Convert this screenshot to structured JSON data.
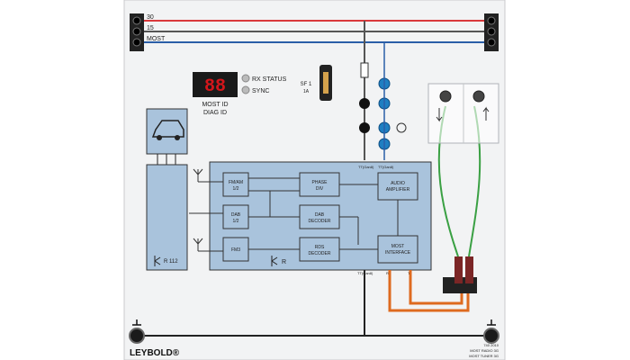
{
  "bus_labels": [
    "30",
    "15",
    "MOST"
  ],
  "display": {
    "digits": "88",
    "most_id": "MOST ID",
    "diag_id": "DIAG ID"
  },
  "status_leds": [
    "RX STATUS",
    "SYNC"
  ],
  "fuse": {
    "label": "SF 1",
    "rating": "1A"
  },
  "blocks": {
    "fmam": [
      "FM/AM",
      "1/2"
    ],
    "dab": [
      "DAB",
      "1/2"
    ],
    "fm3": [
      "FM3"
    ],
    "phase": [
      "PHASE",
      "DIV"
    ],
    "dab_decoder": [
      "DAB",
      "DECODER"
    ],
    "rds_decoder": [
      "RDS",
      "DECODER"
    ],
    "audio": [
      "AUDIO",
      "AMPLIFIER"
    ],
    "most": [
      "MOST",
      "INTERFACE"
    ]
  },
  "small_labels": {
    "r112": "R 112",
    "r": "R",
    "tp_top_left": "TT(Gan8)",
    "tp_top_right": "TT(Gan8)",
    "tp_bottom": "TT(Gan8)",
    "pin_a": "Rx",
    "pin_b": "Tx"
  },
  "brand": "LEYBOLD®",
  "catalog": [
    "740 2010",
    "MOST RADIO 3G",
    "MOST TUNER 3G"
  ],
  "colors": {
    "bus30": "#d9393c",
    "bus15": "#555555",
    "busMost": "#2b5fa8",
    "block": "#a9c3dc",
    "blockBorder": "#333333",
    "led": "#d5161b",
    "jack": "#1f7fc2",
    "orangeWire": "#de6a1f",
    "greenWire": "#3aa043"
  }
}
